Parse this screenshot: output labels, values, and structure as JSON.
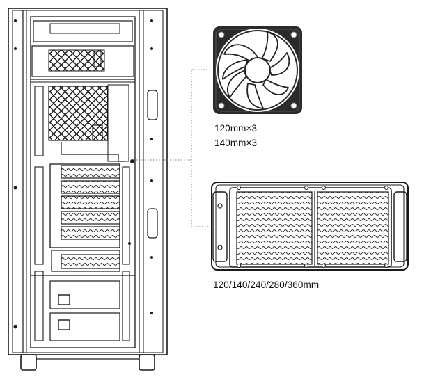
{
  "fan": {
    "sizes": [
      "120mm×3",
      "140mm×3"
    ]
  },
  "radiator": {
    "sizes": "120/140/240/280/360mm"
  },
  "colors": {
    "line": "#1a1a1a",
    "fan_dark": "#2b2b2b",
    "background": "#ffffff"
  },
  "icons": [
    "pc-case-icon",
    "case-fan-icon",
    "radiator-icon"
  ]
}
